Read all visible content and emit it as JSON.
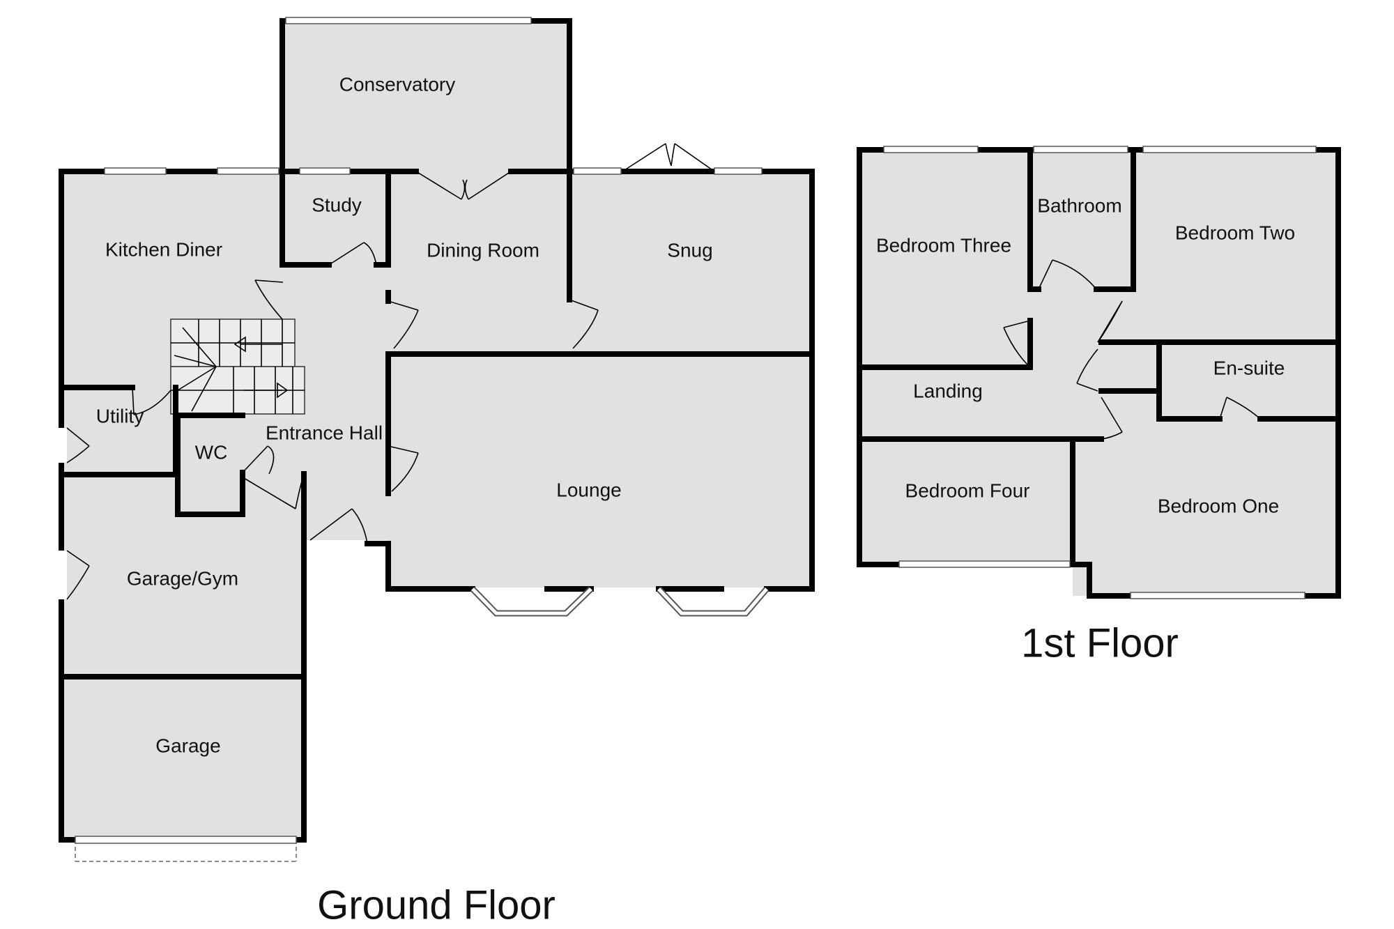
{
  "ground_floor": {
    "title": "Ground Floor",
    "rooms": {
      "conservatory": "Conservatory",
      "study": "Study",
      "kitchen_diner": "Kitchen Diner",
      "dining_room": "Dining Room",
      "snug": "Snug",
      "utility": "Utility",
      "wc": "WC",
      "entrance_hall": "Entrance Hall",
      "lounge": "Lounge",
      "garage_gym": "Garage/Gym",
      "garage": "Garage"
    }
  },
  "first_floor": {
    "title": "1st Floor",
    "rooms": {
      "bedroom_three": "Bedroom Three",
      "bathroom": "Bathroom",
      "bedroom_two": "Bedroom Two",
      "landing": "Landing",
      "en_suite": "En-suite",
      "bedroom_four": "Bedroom Four",
      "bedroom_one": "Bedroom One"
    }
  }
}
